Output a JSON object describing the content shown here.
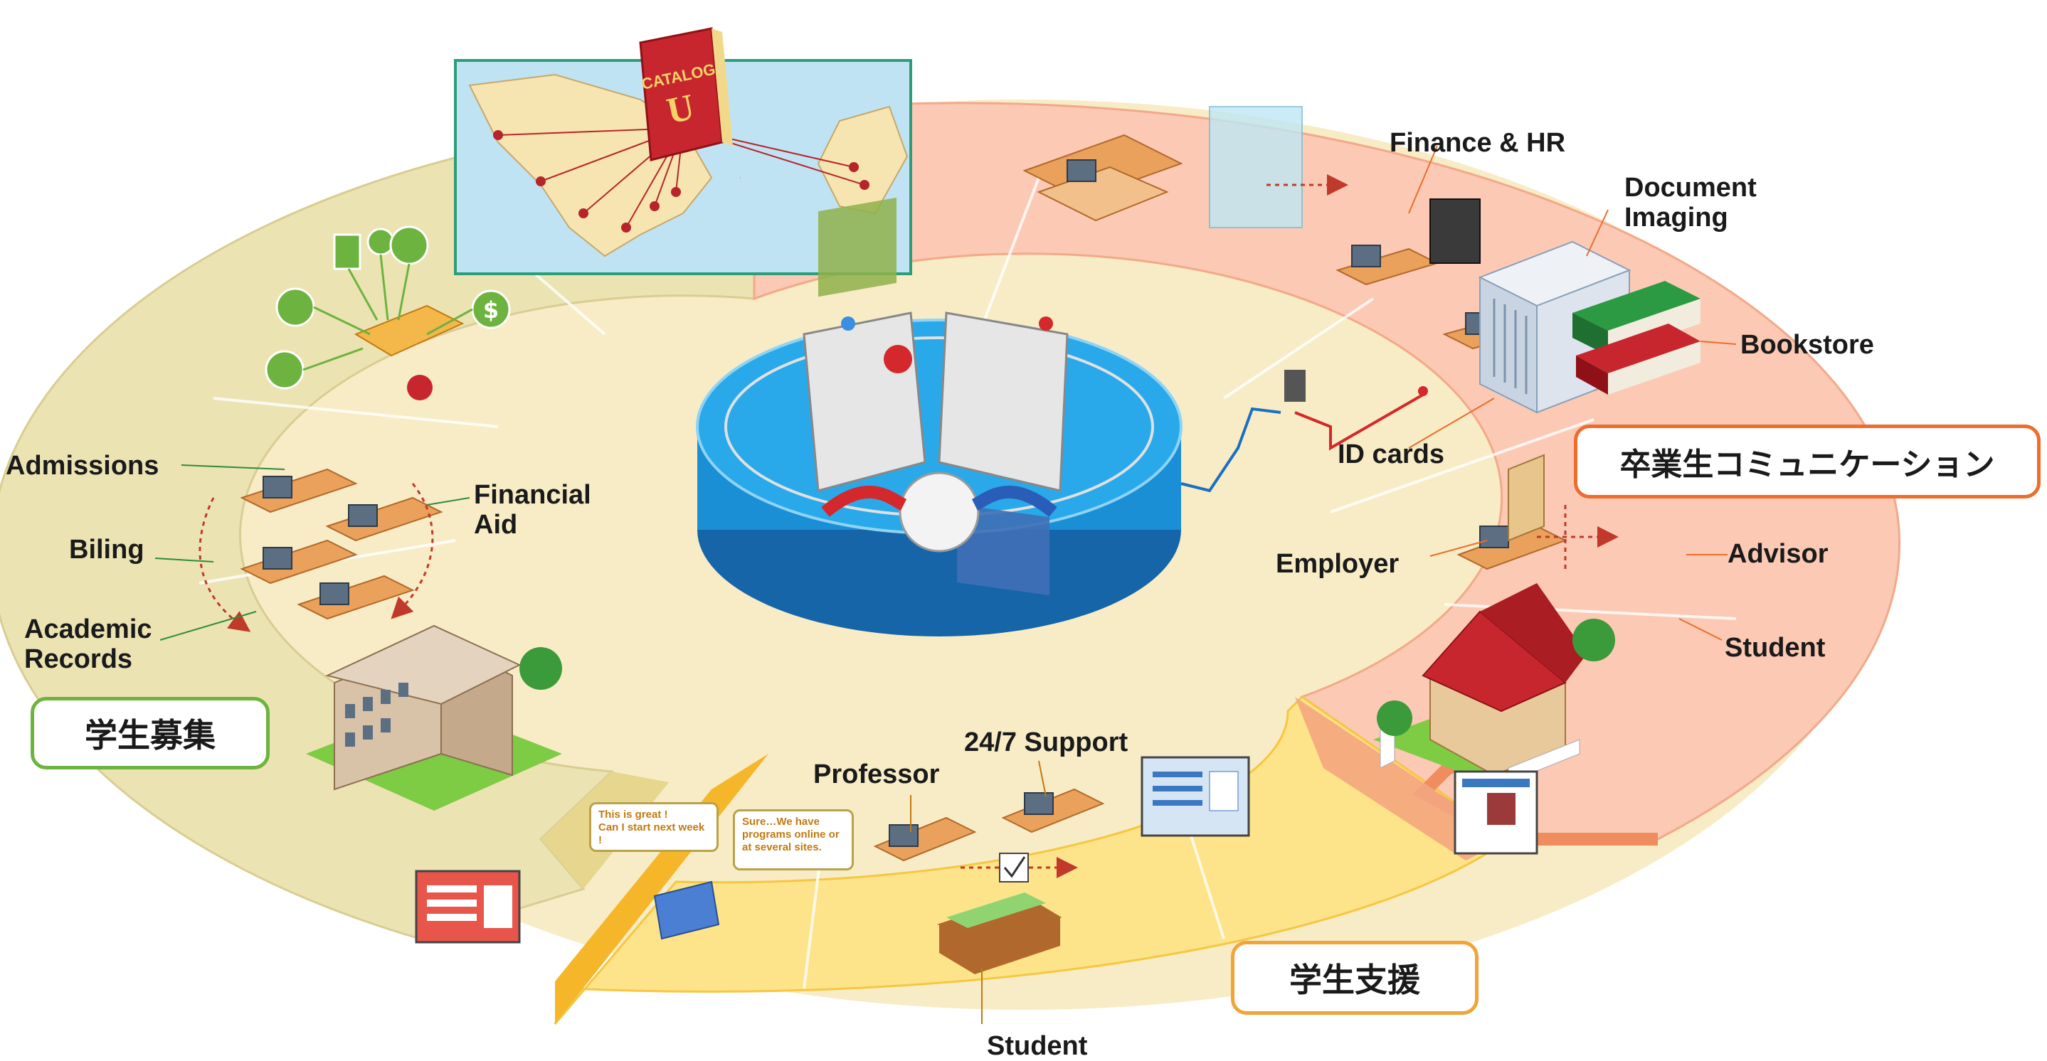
{
  "colors": {
    "ring_left": "#ece3b3",
    "ring_right": "#fbc9b4",
    "ring_bottom": "#fde389",
    "arrow_orange": "#f08d5e",
    "arrow_yellow": "#f6b62a",
    "badge_green": "#6db33f",
    "badge_red": "#ec6d2c",
    "badge_orange": "#f0a43a",
    "platform_blue": "#1a8fd6"
  },
  "left": {
    "admissions": "Admissions",
    "billing": "Biling",
    "academic_records": "Academic\nRecords",
    "financial_aid": "Financial\nAid",
    "badge": "学生募集"
  },
  "right": {
    "finance_hr": "Finance & HR",
    "document_imaging": "Document\nImaging",
    "bookstore": "Bookstore",
    "id_cards": "ID cards",
    "badge": "卒業生コミュニケーション",
    "employer": "Employer",
    "advisor": "Advisor",
    "student": "Student"
  },
  "bottom": {
    "professor": "Professor",
    "support": "24/7 Support",
    "student": "Student",
    "badge": "学生支援",
    "bubble_left": "This is great !\nCan I start next week !",
    "bubble_right": "Sure…We have\nprograms online or\nat several sites."
  },
  "catalog": {
    "title": "CATALOG",
    "letter": "U"
  },
  "icons": [
    "calculator-icon",
    "chat-icon",
    "monitor-icon",
    "mail-icon",
    "dollar-icon",
    "mobile-mail-icon"
  ]
}
